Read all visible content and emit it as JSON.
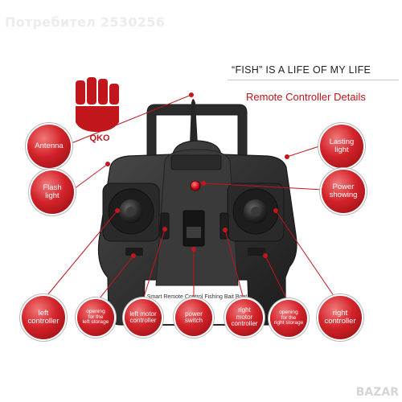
{
  "watermark": "Потребител 2530256",
  "headline": "“FISH” IS A LIFE OF MY LIFE",
  "subheadline": "Remote Controller Details",
  "logo_text": "QKO",
  "device_label": "Smart Remote Control Fishing Bait Boat",
  "colors": {
    "accent": "#c0161c",
    "controller_body": "#2f2f2f",
    "background": "#ffffff"
  },
  "callouts": {
    "antenna": "Antenna",
    "flash_light": "Flash\nlight",
    "lasting_light": "Lasting\nlight",
    "power_showing": "Power\nshowing",
    "left_controller": "left\ncontroller",
    "opening_left_storage": "opening\nfor the\nleft storage",
    "left_motor_controller": "left motor\ncontroller",
    "power_switch": "power\nswitch",
    "right_motor_controller": "right\nmotor\ncontroller",
    "opening_right_storage": "opening\nfor the\nright storage",
    "right_controller": "right\ncontroller"
  },
  "corner_logo": "BAZAR"
}
